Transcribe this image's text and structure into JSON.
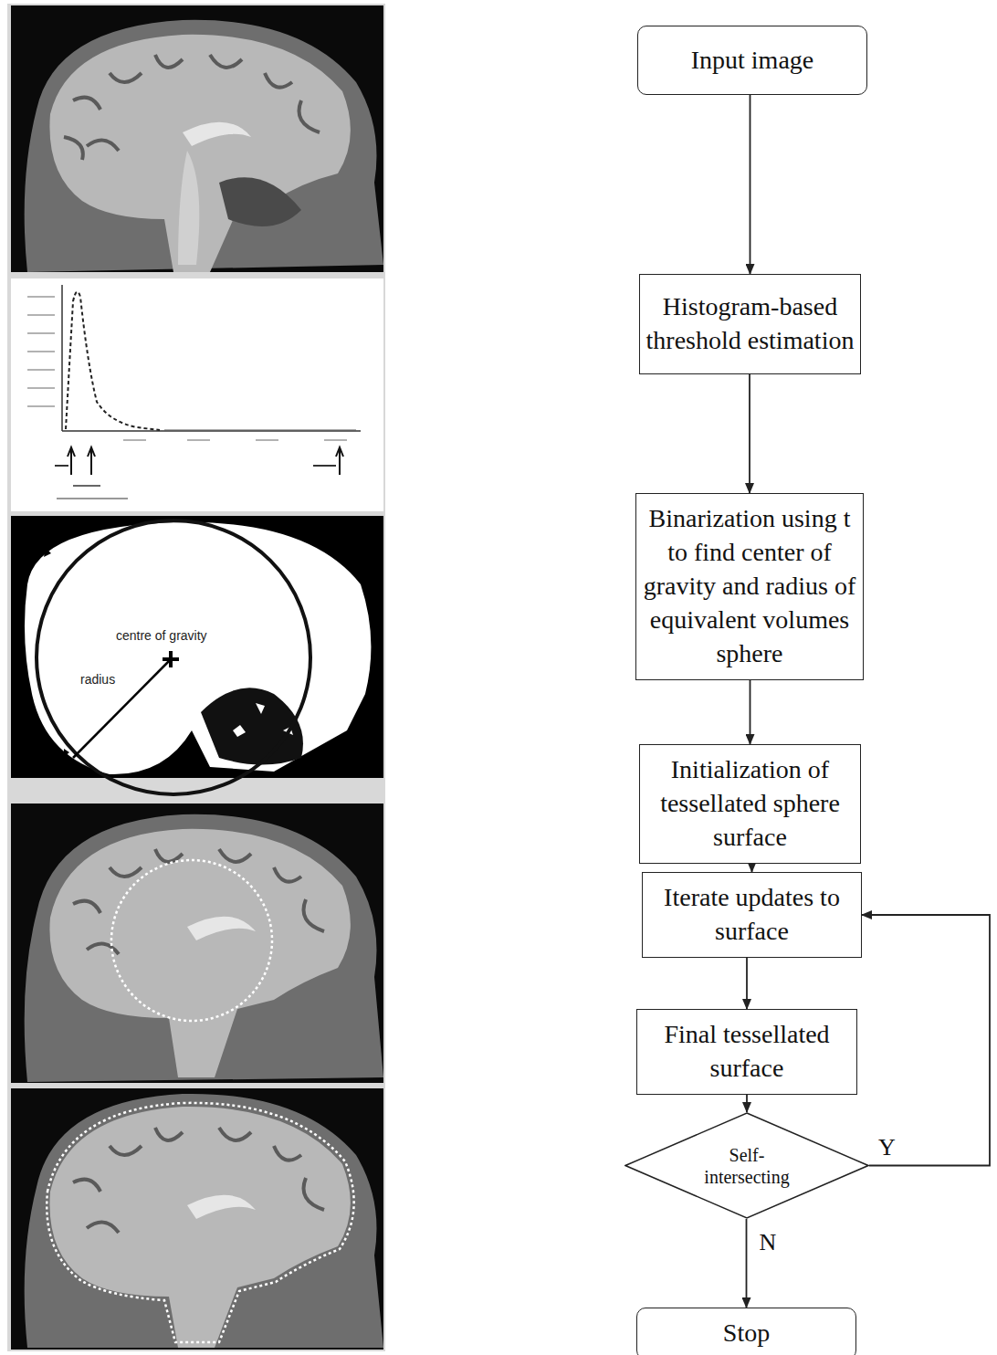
{
  "diagram": {
    "nodes": [
      {
        "text": [
          "Input image"
        ]
      },
      {
        "text": [
          "Histogram-based threshold estimation"
        ]
      },
      {
        "text": [
          "Binarization using t to find center of gravity and radius of equivalent volumes sphere"
        ]
      },
      {
        "text": [
          "Initialization of tessellated sphere surface"
        ]
      },
      {
        "text": [
          "Iterate updates to surface"
        ]
      },
      {
        "text": [
          "Final tessellated surface"
        ]
      },
      {
        "text": [
          "Self-intersecting"
        ]
      },
      {
        "text": [
          "Stop"
        ]
      }
    ],
    "edges": [
      {
        "from": 0,
        "to": 1,
        "arrow": "to"
      },
      {
        "from": 1,
        "to": 2,
        "arrow": "to"
      },
      {
        "from": 2,
        "to": 3,
        "arrow": "to"
      },
      {
        "from": 3,
        "to": 4,
        "arrow": "to"
      },
      {
        "from": 4,
        "to": 5,
        "arrow": "to"
      },
      {
        "from": 5,
        "to": 6,
        "arrow": "to"
      },
      {
        "from": 6,
        "to": 4,
        "label": "Y",
        "arrow": "to"
      },
      {
        "from": 6,
        "to": 7,
        "label": "N",
        "arrow": "to"
      }
    ],
    "labels": [
      "centre of gravity",
      "radius"
    ]
  }
}
